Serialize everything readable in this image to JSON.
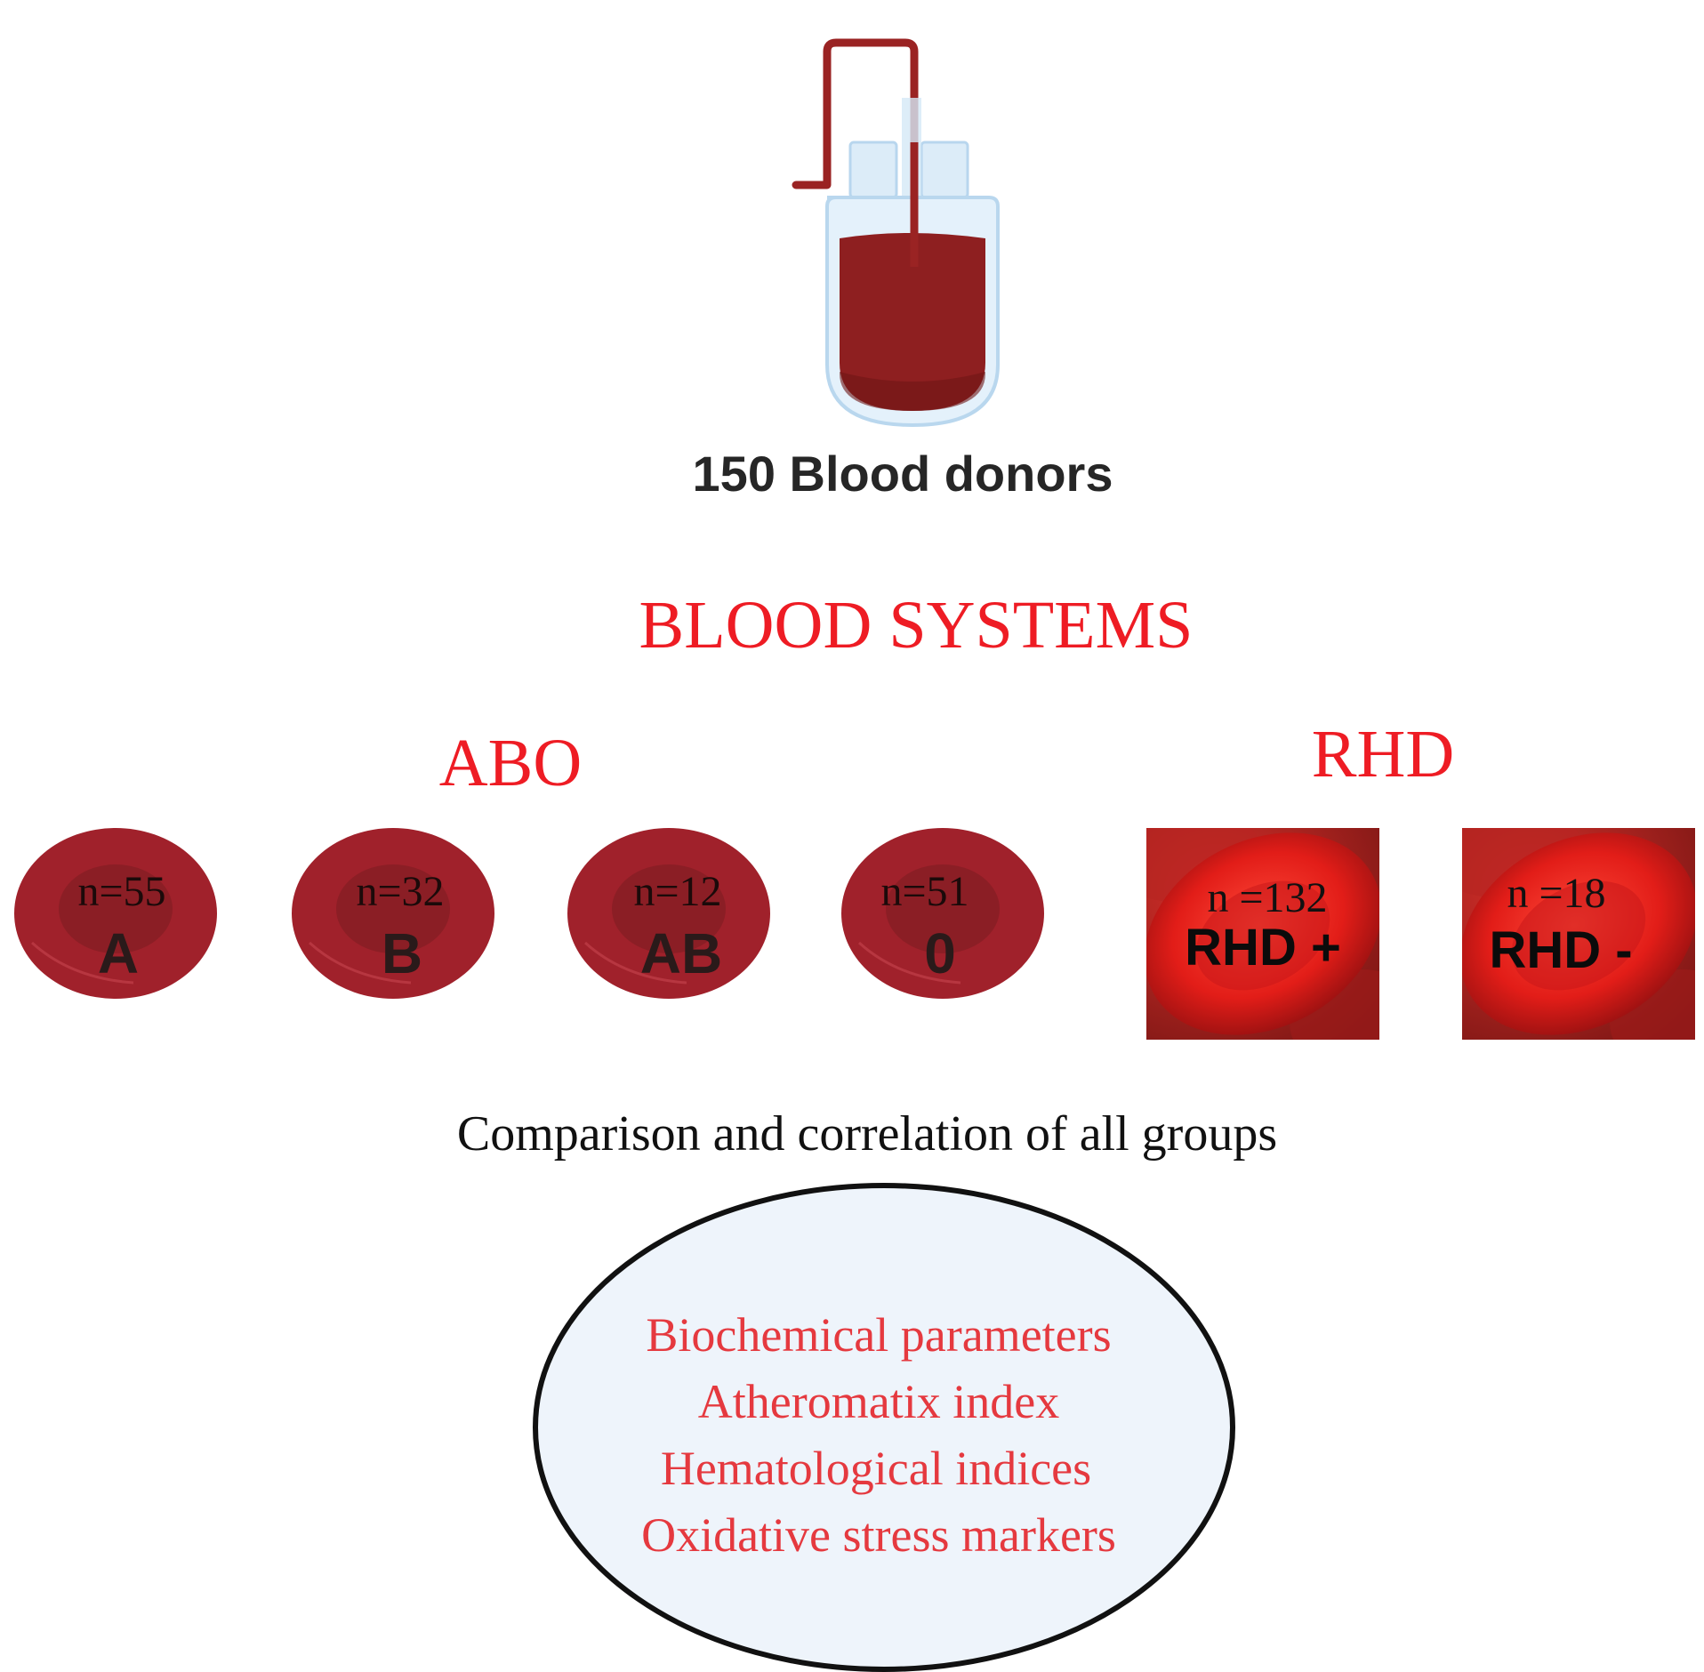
{
  "donors": {
    "label": "150 Blood donors"
  },
  "title": "BLOOD SYSTEMS",
  "abo": {
    "heading": "ABO",
    "groups": [
      {
        "n": "n=55",
        "letter": "A"
      },
      {
        "n": "n=32",
        "letter": "B"
      },
      {
        "n": "n=12",
        "letter": "AB"
      },
      {
        "n": "n=51",
        "letter": "0"
      }
    ]
  },
  "rhd": {
    "heading": "RHD",
    "groups": [
      {
        "n": "n =132",
        "label": "RHD +"
      },
      {
        "n": "n =18",
        "label": "RHD -"
      }
    ]
  },
  "comparison": "Comparison and correlation of all groups",
  "parameters": [
    "Biochemical parameters",
    "Atheromatix index",
    "Hematological indices",
    "Oxidative stress markers"
  ],
  "colors": {
    "heading_red": "#ee1c24",
    "param_red": "#e5393f",
    "cell_red": "#a0212b",
    "blood": "#8e1f20",
    "ellipse_fill": "#eef4fb"
  }
}
